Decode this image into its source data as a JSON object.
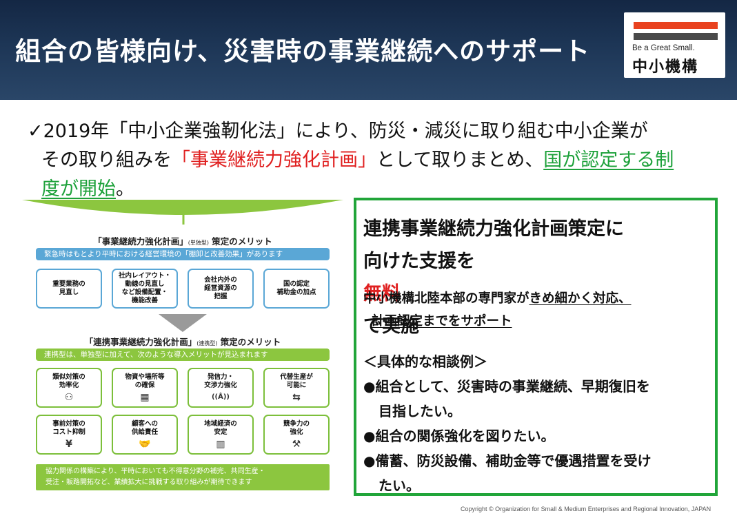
{
  "header": {
    "title": "組合の皆様向け、災害時の事業継続へのサポート"
  },
  "logo": {
    "tagline": "Be a Great Small.",
    "name": "中小機構",
    "colors": {
      "stripe_top": "#e9421f",
      "stripe_bottom": "#4a4a4a"
    }
  },
  "intro": {
    "line1": "✓2019年「中小企業強靭化法」により、防災・減災に取り組む中小企業が",
    "line2_a": "その取り組みを",
    "line2_red": "「事業継続力強化計画」",
    "line2_b": "として取りまとめ、",
    "line2_green": "国が認定する制",
    "line3_green": "度が開始",
    "line3_end": "。"
  },
  "figure": {
    "single": {
      "title": "「事業継続力強化計画」",
      "title_small": "(単独型)",
      "title_end": " 策定のメリット",
      "band": "緊急時はもとより平時における経営環境の「棚卸と改善効果」があります",
      "cards": [
        {
          "lines": [
            "重要業務の",
            "見直し"
          ]
        },
        {
          "lines": [
            "社内レイアウト・",
            "動線の見直し",
            "など設備配置・",
            "機能改善"
          ]
        },
        {
          "lines": [
            "会社内外の",
            "経営資源の",
            "把握"
          ]
        },
        {
          "lines": [
            "国の認定",
            "補助金の加点"
          ]
        }
      ]
    },
    "linked": {
      "title": "「連携事業継続力強化計画」",
      "title_small": "(連携型)",
      "title_end": " 策定のメリット",
      "band": "連携型は、単独型に加えて、次のような導入メリットが見込まれます",
      "cards": [
        {
          "lines": [
            "類似対策の",
            "効率化"
          ],
          "icon": "people-icon",
          "glyph": "⚇"
        },
        {
          "lines": [
            "物資や場所等",
            "の確保"
          ],
          "icon": "boxes-icon",
          "glyph": "▦"
        },
        {
          "lines": [
            "発信力・",
            "交渉力強化"
          ],
          "icon": "antenna-icon",
          "glyph": "((Å))"
        },
        {
          "lines": [
            "代替生産が",
            "可能に"
          ],
          "icon": "swap-arrows-icon",
          "glyph": "⇆"
        },
        {
          "lines": [
            "事前対策の",
            "コスト抑制"
          ],
          "icon": "yen-coin-icon",
          "glyph": "¥"
        },
        {
          "lines": [
            "顧客への",
            "供給責任"
          ],
          "icon": "handshake-icon",
          "glyph": "🤝"
        },
        {
          "lines": [
            "地域経済の",
            "安定"
          ],
          "icon": "building-icon",
          "glyph": "▥"
        },
        {
          "lines": [
            "競争力の",
            "強化"
          ],
          "icon": "worker-icon",
          "glyph": "⚒"
        }
      ],
      "footer_line1": "協力関係の構築により、平時においても不得意分野の補完、共同生産・",
      "footer_line2": "受注・販路開拓など、業績拡大に挑戦する取り組みが期待できます"
    },
    "colors": {
      "blue": "#5aa7d6",
      "green": "#8cc63f",
      "arrow": "#9a9a9a"
    }
  },
  "support_box": {
    "title_line1": "連携事業継続力強化計画策定に",
    "title_line2_a": "向けた支援を",
    "title_line2_red": "無料",
    "title_line2_b": "で実施",
    "sub_a": "中小機構北陸本部の専門家が",
    "sub_ul": "きめ細かく対応、",
    "sub_line2": "計画認定までをサポート",
    "examples_heading": "＜具体的な相談例＞",
    "item1_line1": "●組合として、災害時の事業継続、早期復旧を",
    "item1_line2": "目指したい。",
    "item2": "●組合の関係強化を図りたい。",
    "item3_line1": "●備蓄、防災設備、補助金等で優遇措置を受け",
    "item3_line2": "たい。",
    "border_color": "#21a539"
  },
  "footer": {
    "copyright": "Copyright © Organization for Small & Medium Enterprises and Regional Innovation, JAPAN"
  }
}
